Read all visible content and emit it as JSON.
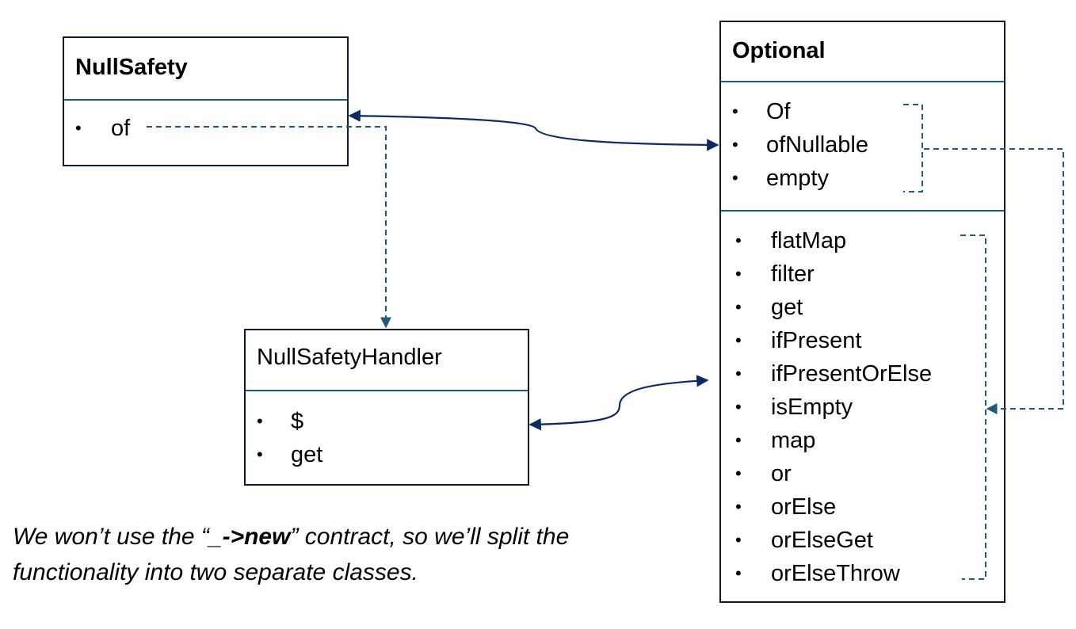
{
  "null_safety": {
    "title": "NullSafety",
    "items": [
      "of"
    ]
  },
  "optional": {
    "title": "Optional",
    "factory_items": [
      "Of",
      "ofNullable",
      "empty"
    ],
    "instance_items": [
      "flatMap",
      "filter",
      "get",
      "ifPresent",
      "ifPresentOrElse",
      "isEmpty",
      "map",
      "or",
      "orElse",
      "orElseGet",
      "orElseThrow"
    ]
  },
  "handler": {
    "title": "NullSafetyHandler",
    "items": [
      "$",
      "get"
    ]
  },
  "note": {
    "part1": "We won’t use the “_",
    "part2": "->new",
    "part3": "” contract, so we’ll split the functionality into two separate classes."
  },
  "bullet": "•",
  "colors": {
    "box_border": "#0d1a33",
    "separator": "#1f5a7a",
    "solid_arrow": "#0d2a63",
    "dashed_arrow": "#1f5a7a"
  }
}
